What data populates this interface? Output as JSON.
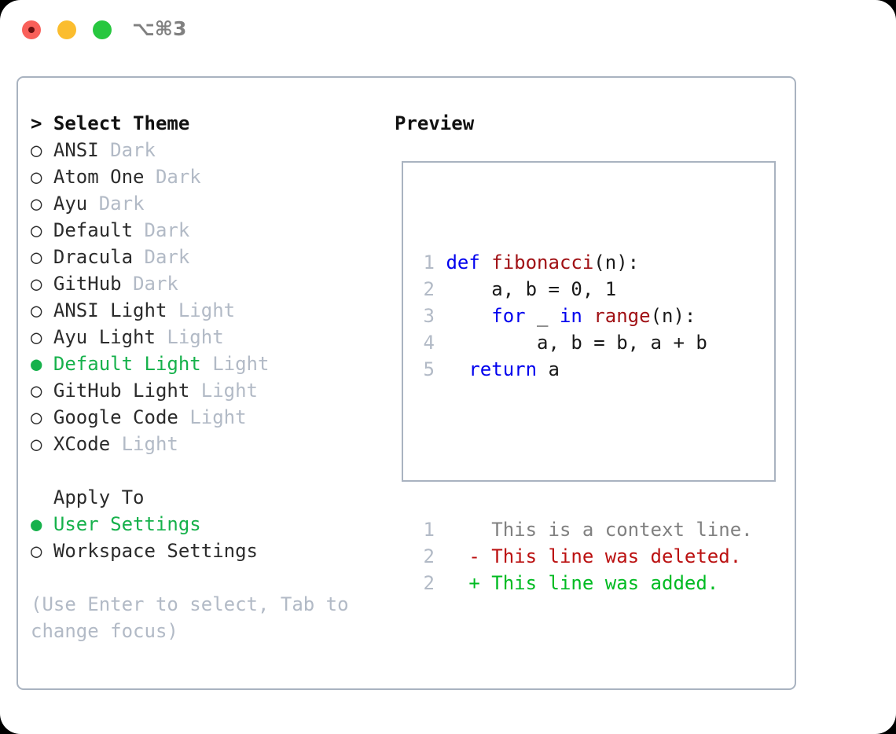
{
  "titlebar": {
    "shortcut": "⌥⌘3",
    "buttons": [
      {
        "name": "close",
        "color": "#f9605a"
      },
      {
        "name": "minimize",
        "color": "#fbbd2e"
      },
      {
        "name": "zoom",
        "color": "#27c73f"
      }
    ]
  },
  "theme_list": {
    "header": "> Select Theme",
    "items": [
      {
        "marker": "○",
        "label": "ANSI",
        "suffix": "Dark",
        "selected": false
      },
      {
        "marker": "○",
        "label": "Atom One",
        "suffix": "Dark",
        "selected": false
      },
      {
        "marker": "○",
        "label": "Ayu",
        "suffix": "Dark",
        "selected": false
      },
      {
        "marker": "○",
        "label": "Default",
        "suffix": "Dark",
        "selected": false
      },
      {
        "marker": "○",
        "label": "Dracula",
        "suffix": "Dark",
        "selected": false
      },
      {
        "marker": "○",
        "label": "GitHub",
        "suffix": "Dark",
        "selected": false
      },
      {
        "marker": "○",
        "label": "ANSI Light",
        "suffix": "Light",
        "selected": false
      },
      {
        "marker": "○",
        "label": "Ayu Light",
        "suffix": "Light",
        "selected": false
      },
      {
        "marker": "●",
        "label": "Default Light",
        "suffix": "Light",
        "selected": true
      },
      {
        "marker": "○",
        "label": "GitHub Light",
        "suffix": "Light",
        "selected": false
      },
      {
        "marker": "○",
        "label": "Google Code",
        "suffix": "Light",
        "selected": false
      },
      {
        "marker": "○",
        "label": "XCode",
        "suffix": "Light",
        "selected": false
      }
    ]
  },
  "apply_to": {
    "header": "Apply To",
    "items": [
      {
        "marker": "●",
        "label": "User Settings",
        "selected": true
      },
      {
        "marker": "○",
        "label": "Workspace Settings",
        "selected": false
      }
    ]
  },
  "hint": "(Use Enter to select, Tab to change focus)",
  "preview": {
    "header": "Preview",
    "code_lines": [
      {
        "num": "1",
        "segments": [
          {
            "text": "def ",
            "style": "kw"
          },
          {
            "text": "fibonacci",
            "style": "fn"
          },
          {
            "text": "(n):",
            "style": "pl"
          }
        ]
      },
      {
        "num": "2",
        "segments": [
          {
            "text": "    a, b = 0, 1",
            "style": "pl"
          }
        ]
      },
      {
        "num": "3",
        "segments": [
          {
            "text": "    ",
            "style": "pl"
          },
          {
            "text": "for",
            "style": "kw"
          },
          {
            "text": " _ ",
            "style": "pl"
          },
          {
            "text": "in",
            "style": "kw"
          },
          {
            "text": " ",
            "style": "pl"
          },
          {
            "text": "range",
            "style": "fn"
          },
          {
            "text": "(n):",
            "style": "pl"
          }
        ]
      },
      {
        "num": "4",
        "segments": [
          {
            "text": "        a, b = b, a + b",
            "style": "pl"
          }
        ]
      },
      {
        "num": "5",
        "segments": [
          {
            "text": "  ",
            "style": "pl"
          },
          {
            "text": "return",
            "style": "kw"
          },
          {
            "text": " a",
            "style": "pl"
          }
        ]
      }
    ],
    "diff_lines": [
      {
        "num": "1",
        "prefix": "  ",
        "text": "This is a context line.",
        "style": "ctx"
      },
      {
        "num": "2",
        "prefix": "- ",
        "text": "This line was deleted.",
        "style": "del"
      },
      {
        "num": "2",
        "prefix": "+ ",
        "text": "This line was added.",
        "style": "add"
      }
    ]
  },
  "colors": {
    "accent_green": "#16b14b",
    "muted_gray": "#b2bac6",
    "border": "#a9b3c0",
    "keyword_blue": "#0000ee",
    "function_red": "#a01014",
    "diff_add": "#00bb22",
    "diff_del": "#bb1111"
  }
}
